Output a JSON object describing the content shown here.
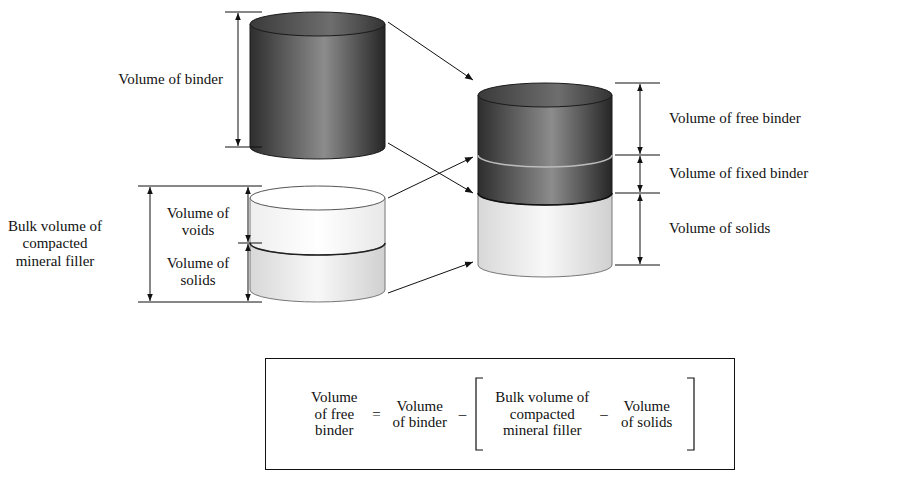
{
  "diagram": {
    "nodes": [
      {
        "text": [
          "Volume of binder"
        ]
      },
      {
        "text": [
          "Bulk volume of compacted mineral filler",
          "Volume of voids",
          "Volume of solids"
        ]
      },
      {
        "text": [
          "Volume of free binder",
          "Volume of fixed binder",
          "Volume of solids"
        ]
      },
      {
        "text": [
          "Volume of free binder",
          "=",
          "Volume of binder",
          "–",
          "Bulk volume of compacted mineral filler",
          "–",
          "Volume of solids"
        ]
      }
    ],
    "edges": [
      {
        "from": 0,
        "to": 2,
        "arrow": "to"
      },
      {
        "from": 0,
        "to": 2,
        "arrow": "to"
      },
      {
        "from": 1,
        "to": 2,
        "arrow": "to"
      },
      {
        "from": 1,
        "to": 2,
        "arrow": "to"
      }
    ]
  }
}
